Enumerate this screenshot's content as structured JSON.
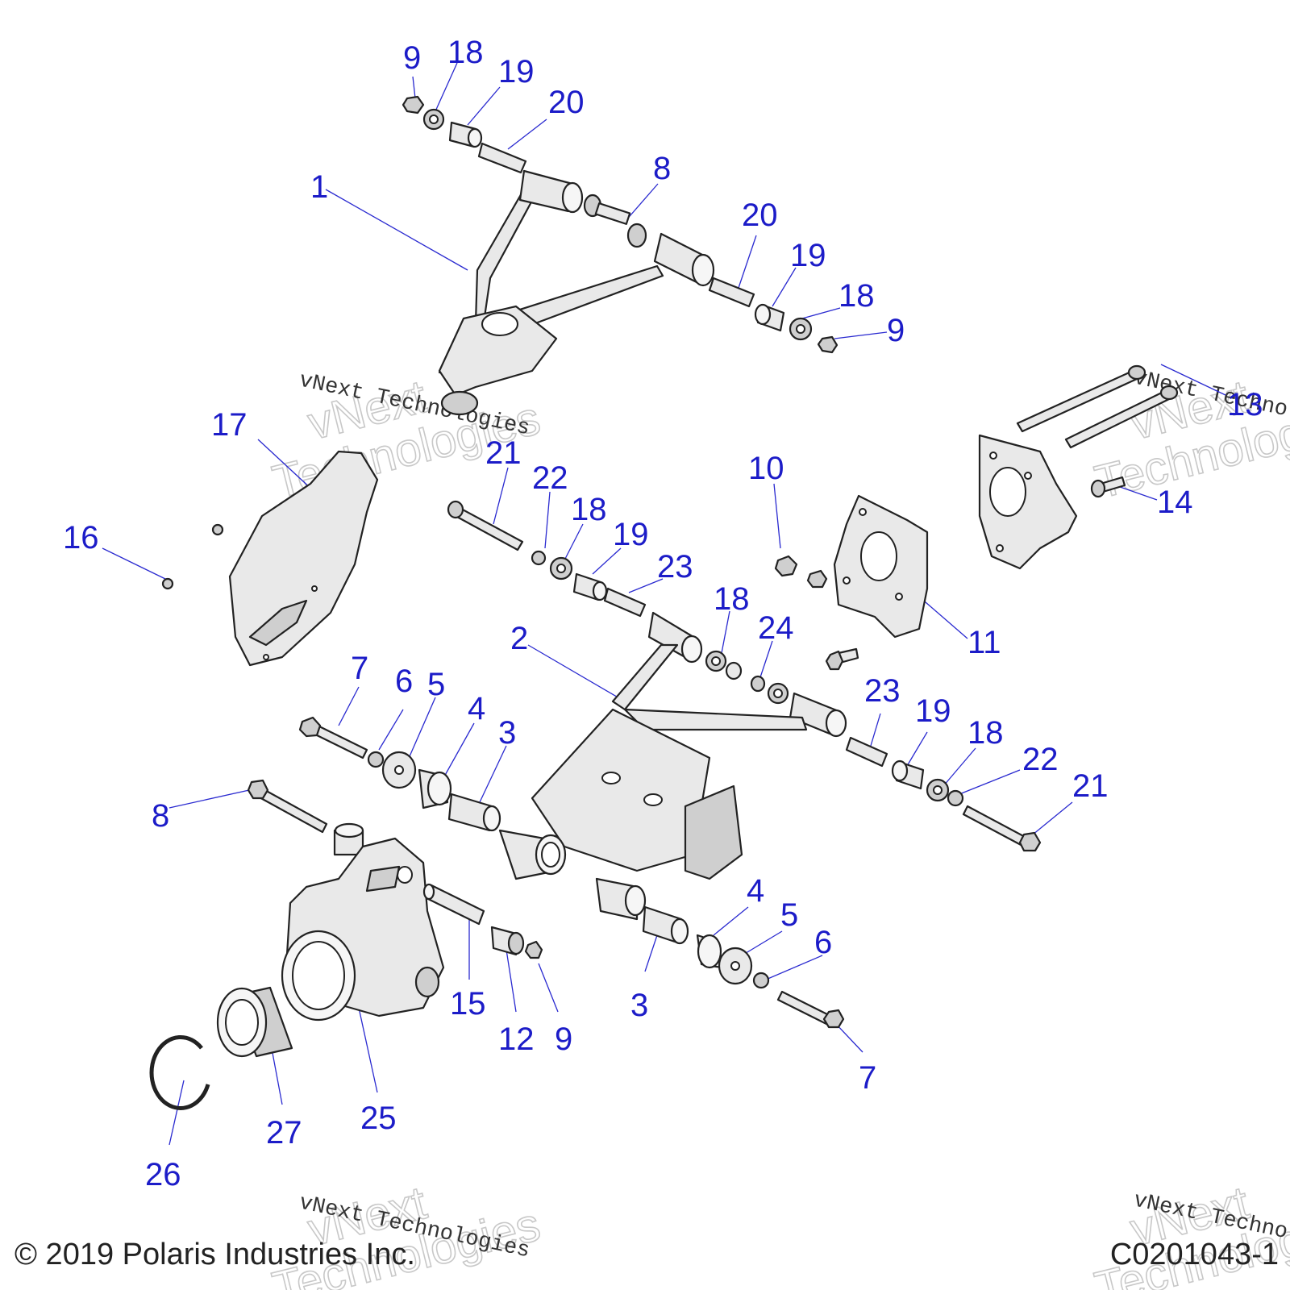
{
  "diagram": {
    "callout_color": "#1c1cc8",
    "callouts": [
      {
        "id": "c9a",
        "text": "9"
      },
      {
        "id": "c18a",
        "text": "18"
      },
      {
        "id": "c19a",
        "text": "19"
      },
      {
        "id": "c20a",
        "text": "20"
      },
      {
        "id": "c1",
        "text": "1"
      },
      {
        "id": "c8a",
        "text": "8"
      },
      {
        "id": "c20b",
        "text": "20"
      },
      {
        "id": "c19b",
        "text": "19"
      },
      {
        "id": "c18b",
        "text": "18"
      },
      {
        "id": "c9b",
        "text": "9"
      },
      {
        "id": "c13",
        "text": "13"
      },
      {
        "id": "c17",
        "text": "17"
      },
      {
        "id": "c16",
        "text": "16"
      },
      {
        "id": "c21a",
        "text": "21"
      },
      {
        "id": "c22a",
        "text": "22"
      },
      {
        "id": "c18c",
        "text": "18"
      },
      {
        "id": "c19c",
        "text": "19"
      },
      {
        "id": "c23a",
        "text": "23"
      },
      {
        "id": "c10",
        "text": "10"
      },
      {
        "id": "c14",
        "text": "14"
      },
      {
        "id": "c11",
        "text": "11"
      },
      {
        "id": "c2",
        "text": "2"
      },
      {
        "id": "c18d",
        "text": "18"
      },
      {
        "id": "c24",
        "text": "24"
      },
      {
        "id": "c7a",
        "text": "7"
      },
      {
        "id": "c6a",
        "text": "6"
      },
      {
        "id": "c5a",
        "text": "5"
      },
      {
        "id": "c4a",
        "text": "4"
      },
      {
        "id": "c3a",
        "text": "3"
      },
      {
        "id": "c23b",
        "text": "23"
      },
      {
        "id": "c19d",
        "text": "19"
      },
      {
        "id": "c18e",
        "text": "18"
      },
      {
        "id": "c22b",
        "text": "22"
      },
      {
        "id": "c21b",
        "text": "21"
      },
      {
        "id": "c8b",
        "text": "8"
      },
      {
        "id": "c4b",
        "text": "4"
      },
      {
        "id": "c5b",
        "text": "5"
      },
      {
        "id": "c6b",
        "text": "6"
      },
      {
        "id": "c3b",
        "text": "3"
      },
      {
        "id": "c15",
        "text": "15"
      },
      {
        "id": "c12",
        "text": "12"
      },
      {
        "id": "c9c",
        "text": "9"
      },
      {
        "id": "c7b",
        "text": "7"
      },
      {
        "id": "c25",
        "text": "25"
      },
      {
        "id": "c27",
        "text": "27"
      },
      {
        "id": "c26",
        "text": "26"
      }
    ]
  },
  "watermarks": {
    "small_1": "vNext Technologies",
    "small_2": "vNext Technologies",
    "small_3": "vNext Technologies",
    "small_4": "vNext Technologies",
    "big_line1": "vNext",
    "big_line2": "Technologies"
  },
  "footer": {
    "copyright": "© 2019 Polaris Industries Inc.",
    "drawing_id": "C0201043-1"
  }
}
